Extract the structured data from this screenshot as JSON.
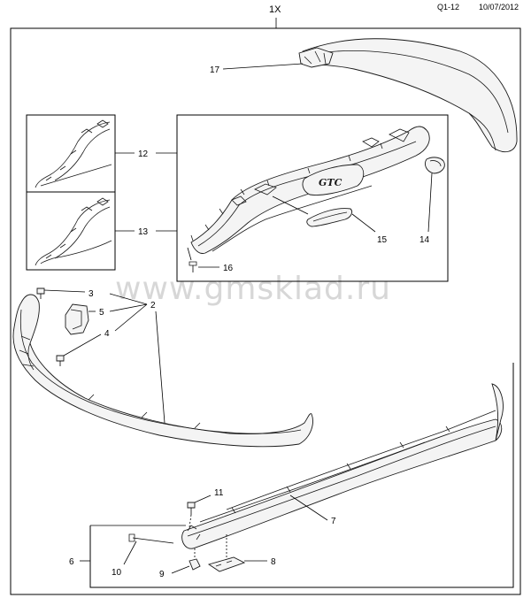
{
  "header": {
    "diagram_code": "Q1-12",
    "date": "10/07/2012",
    "quantity_label": "1X"
  },
  "watermark": "www.gmsklad.ru",
  "callouts": {
    "c2": "2",
    "c3": "3",
    "c4": "4",
    "c5": "5",
    "c6": "6",
    "c7": "7",
    "c8": "8",
    "c9": "9",
    "c10": "10",
    "c11": "11",
    "c12": "12",
    "c13": "13",
    "c14": "14",
    "c15": "15",
    "c16": "16",
    "c17": "17"
  },
  "badge_text": "GTC"
}
